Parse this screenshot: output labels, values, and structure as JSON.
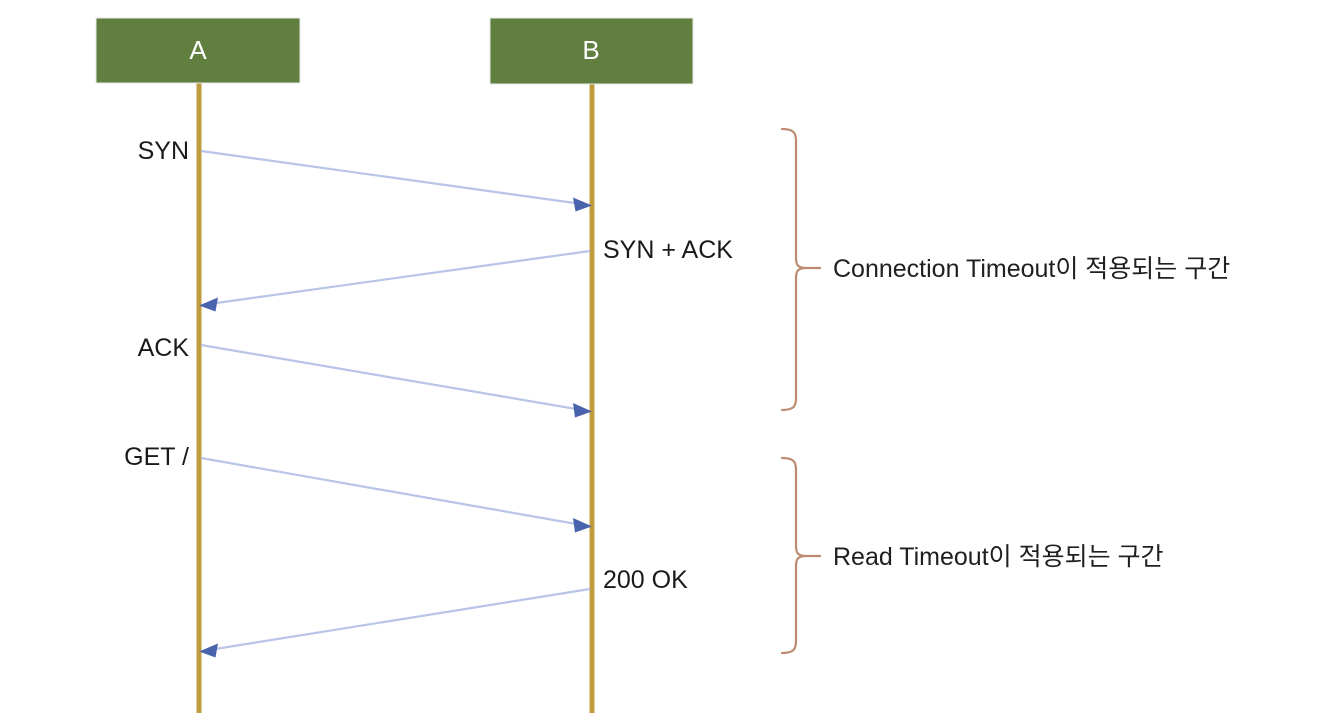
{
  "diagram": {
    "type": "sequence-diagram",
    "title": "",
    "background_color": "#ffffff",
    "actors": [
      {
        "id": "A",
        "label": "A",
        "box_color": "#61803F",
        "label_color": "#ffffff",
        "lifeline_color": "#BF9D3F"
      },
      {
        "id": "B",
        "label": "B",
        "box_color": "#61803F",
        "label_color": "#ffffff",
        "lifeline_color": "#BF9D3F"
      }
    ],
    "messages": [
      {
        "index": 1,
        "label": "SYN",
        "from": "A",
        "to": "B",
        "label_side": "left",
        "arrow_color": "#B8C4E8",
        "head_color": "#4A63AD"
      },
      {
        "index": 2,
        "label": "SYN + ACK",
        "from": "B",
        "to": "A",
        "label_side": "right",
        "arrow_color": "#B8C4E8",
        "head_color": "#4A63AD"
      },
      {
        "index": 3,
        "label": "ACK",
        "from": "A",
        "to": "B",
        "label_side": "left",
        "arrow_color": "#B8C4E8",
        "head_color": "#4A63AD"
      },
      {
        "index": 4,
        "label": "GET /",
        "from": "A",
        "to": "B",
        "label_side": "left",
        "arrow_color": "#B8C4E8",
        "head_color": "#4A63AD"
      },
      {
        "index": 5,
        "label": "200 OK",
        "from": "B",
        "to": "A",
        "label_side": "right",
        "arrow_color": "#B8C4E8",
        "head_color": "#4A63AD"
      }
    ],
    "annotations": [
      {
        "id": "connection-timeout",
        "label": "Connection Timeout이 적용되는 구간",
        "brace_color": "#BE8A6E",
        "covers_messages": [
          1,
          2,
          3
        ]
      },
      {
        "id": "read-timeout",
        "label": "Read Timeout이 적용되는 구간",
        "brace_color": "#BE8A6E",
        "covers_messages": [
          4,
          5
        ]
      }
    ]
  }
}
